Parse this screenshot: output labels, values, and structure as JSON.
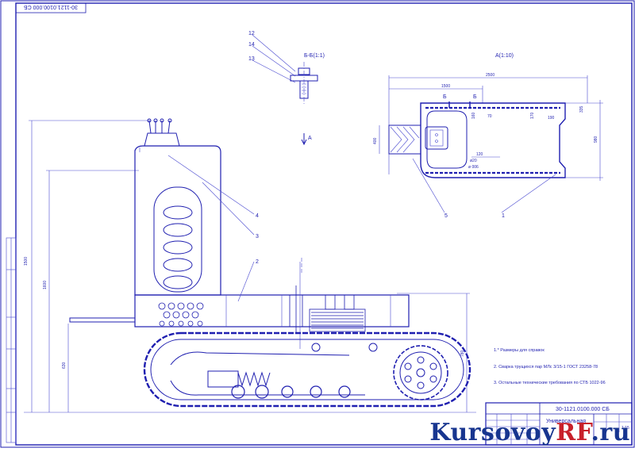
{
  "drawing": {
    "stamp_code_rotated": "30-1121.0100.000 СБ",
    "section_label": "Б-Б(1:1)",
    "view_label": "А(1:10)",
    "view_arrow_label": "А",
    "callouts_section": [
      "12",
      "14",
      "13"
    ],
    "callouts_main": [
      "4",
      "3",
      "2",
      "5",
      "1"
    ],
    "dims_main": [
      "1500",
      "1600",
      "630",
      "780"
    ],
    "dims_plan": [
      "2500",
      "1500",
      "400",
      "980",
      "170",
      "335",
      "190",
      "160",
      "70",
      "120",
      "ø20",
      "ø 006"
    ],
    "section_marks": [
      "Б",
      "Б"
    ],
    "notes": [
      "1.* Размеры для справок",
      "2. Сварка трущихся пар МЛс 3/15-1 ГОСТ 23258-78",
      "3. Остальные технические требования по СТБ 1022-96"
    ],
    "title_code": "30-1121.0100.000 СБ",
    "title_name": "Универсальная",
    "scale_value": "1:15"
  },
  "watermark": {
    "text_main": "Kursovoy",
    "text_accent": "RF",
    "text_tail": ".ru",
    "color_main": "#17358f",
    "color_accent": "#c8202a"
  }
}
